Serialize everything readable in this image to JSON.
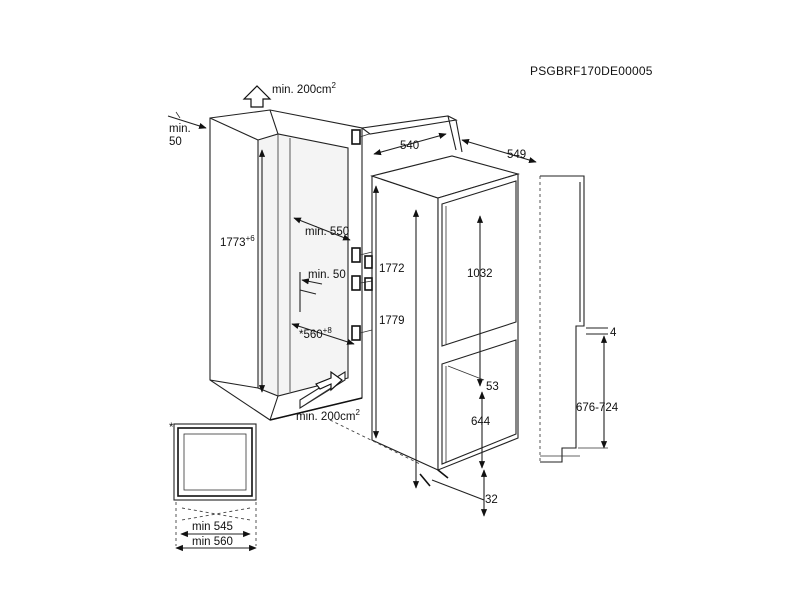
{
  "document_code": "PSGBRF170DE00005",
  "labels": {
    "vent_top": "min. 200cm",
    "vent_top_sup": "2",
    "side_gap": "min.",
    "side_gap_value": "50",
    "niche_height": "1773",
    "niche_height_sup": "+6",
    "niche_depth": "min. 550",
    "rear_gap": "min. 50",
    "niche_width": "*560",
    "niche_width_sup": "+8",
    "vent_bottom": "min. 200cm",
    "vent_bottom_sup": "2",
    "appliance_width": "540",
    "appliance_depth": "549",
    "appliance_height": "1772",
    "overall_height": "1779",
    "upper_door": "1032",
    "door_gap": "53",
    "lower_door": "644",
    "plinth": "32",
    "door_offset": "4",
    "kitchen_door_range": "676-724",
    "footnote_marker": "*",
    "min_545": "min 545",
    "min_560": "min 560"
  }
}
